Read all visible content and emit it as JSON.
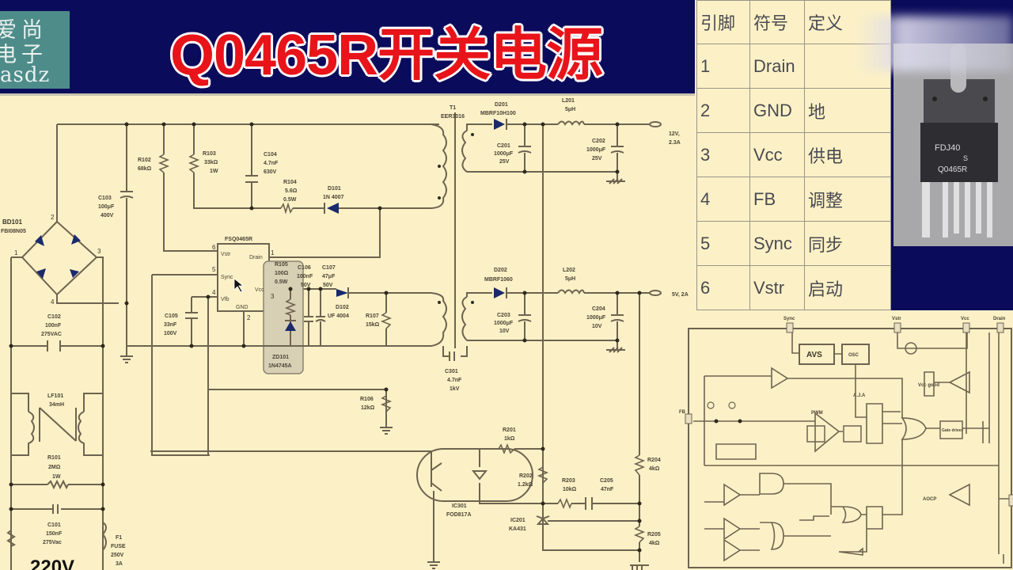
{
  "banner": {
    "logo": {
      "line1": "爱尚",
      "line2": "电子",
      "line3": "asdz"
    },
    "title": "Q0465R开关电源"
  },
  "pin_table": {
    "headers": [
      "引脚",
      "符号",
      "定义"
    ],
    "rows": [
      {
        "pin": "1",
        "symbol": "Drain",
        "definition": ""
      },
      {
        "pin": "2",
        "symbol": "GND",
        "definition": "地"
      },
      {
        "pin": "3",
        "symbol": "Vcc",
        "definition": "供电"
      },
      {
        "pin": "4",
        "symbol": "FB",
        "definition": "调整"
      },
      {
        "pin": "5",
        "symbol": "Sync",
        "definition": "同步"
      },
      {
        "pin": "6",
        "symbol": "Vstr",
        "definition": "启动"
      }
    ]
  },
  "photo": {
    "marking1": "FDJ40",
    "marking2": "S",
    "marking3": "Q0465R"
  },
  "schematic": {
    "t1": "T1",
    "t1_type": "EER3016",
    "d201": "D201",
    "d201_type": "MBRF10H100",
    "l201": "L201",
    "l201_val": "5μH",
    "c201": "C201",
    "c201_val": "1000μF",
    "c201_v": "25V",
    "c202": "C202",
    "c202_val": "1000μF",
    "c202_v": "25V",
    "out1_v": "12V,",
    "out1_a": "2.3A",
    "d202": "D202",
    "d202_type": "MBRF1060",
    "l202": "L202",
    "l202_val": "5μH",
    "c203": "C203",
    "c203_val": "1000μF",
    "c203_v": "10V",
    "c204": "C204",
    "c204_val": "1000μF",
    "c204_v": "10V",
    "out2": "5V, 2A",
    "r102": "R102",
    "r102_val": "68kΩ",
    "r103": "R103",
    "r103_val": "33kΩ",
    "r103_w": "1W",
    "c104": "C104",
    "c104_val": "4.7nF",
    "c104_v": "630V",
    "r104": "R104",
    "r104_val": "5.6Ω",
    "r104_w": "0.5W",
    "d101": "D101",
    "d101_type": "1N 4007",
    "c103": "C103",
    "c103_val": "100μF",
    "c103_v": "400V",
    "bd101": "BD101",
    "bd101_type": "FBI08N05",
    "ic": "FSQ0465R",
    "ic_vstr": "Vstr",
    "ic_drain": "Drain",
    "ic_sync": "Sync",
    "ic_vcc": "Vcc",
    "ic_vfb": "Vfb",
    "ic_gnd": "GND",
    "r105": "R105",
    "r105_val": "100Ω",
    "r105_w": "0.5W",
    "c106": "C106",
    "c106_val": "100nF",
    "c106_v": "50V",
    "c107": "C107",
    "c107_val": "47μF",
    "c107_v": "50V",
    "d102": "D102",
    "d102_type": "UF 4004",
    "r107": "R107",
    "r107_val": "15kΩ",
    "c105": "C105",
    "c105_val": "33nF",
    "c105_v": "100V",
    "c102": "C102",
    "c102_val": "100nF",
    "c102_v": "275VAC",
    "zd101": "ZD101",
    "zd101_type": "1N4745A",
    "lf101": "LF101",
    "lf101_val": "34mH",
    "r101": "R101",
    "r101_val": "2MΩ",
    "r101_w": "1W",
    "c101": "C101",
    "c101_val": "150nF",
    "c101_v": "275Vac",
    "f1": "F1",
    "f1_type": "FUSE",
    "f1_v": "250V",
    "f1_a": "3A",
    "r106": "R106",
    "r106_val": "12kΩ",
    "c301": "C301",
    "c301_val": "4.7nF",
    "c301_v": "1kV",
    "r201": "R201",
    "r201_val": "1kΩ",
    "r202": "R202",
    "r202_val": "1.2kΩ",
    "r203": "R203",
    "r203_val": "10kΩ",
    "c205": "C205",
    "c205_val": "47nF",
    "r204": "R204",
    "r204_val": "4kΩ",
    "r205": "R205",
    "r205_val": "4kΩ",
    "ic301": "IC301",
    "ic301_type": "FOD817A",
    "ic201": "IC201",
    "ic201_type": "KA431",
    "mains": "220V"
  },
  "block_diagram": {
    "pin_sync": "Sync",
    "pin_vstr": "Vstr",
    "pin_vcc": "Vcc",
    "pin_drain": "Drain",
    "pin_fb": "FB",
    "avs": "AVS",
    "osc": "OSC",
    "pwm": "PWM",
    "gate_driver": "Gate driver",
    "vcc_good": "Vcc good",
    "aocp": "AOCP",
    "ajj": "A.J.A"
  }
}
